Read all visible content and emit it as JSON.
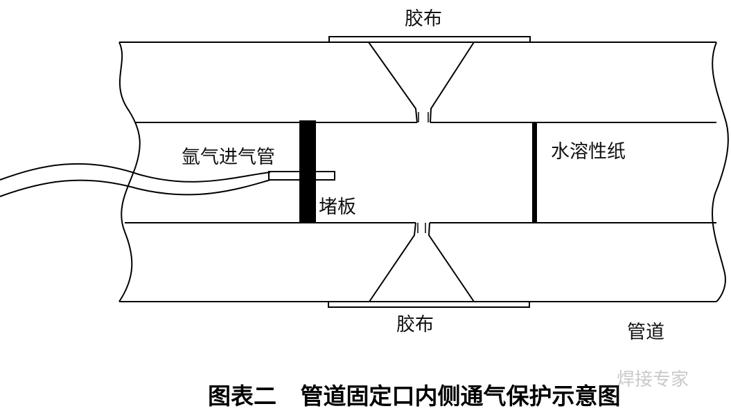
{
  "labels": {
    "tape_top": "胶布",
    "tape_bottom": "胶布",
    "argon_inlet_pipe": "氩气进气管",
    "blocking_plate": "堵板",
    "water_soluble_paper": "水溶性纸",
    "pipe": "管道"
  },
  "caption": "图表二   管道固定口内侧通气保护示意图",
  "watermark": "焊接专家"
}
